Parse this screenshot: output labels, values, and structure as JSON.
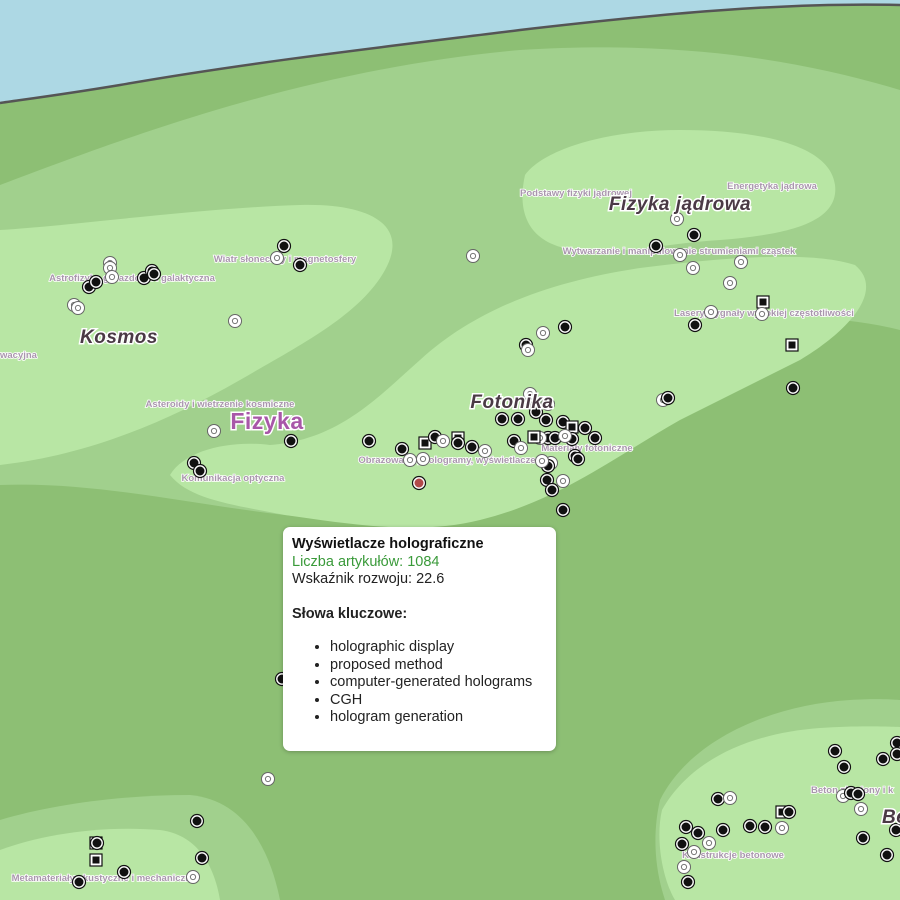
{
  "colors": {
    "sea": "#add8e4",
    "coast": "#555555",
    "land_base": "#8dbf74",
    "land_mid": "#a1d08d",
    "land_light": "#b8e6a4",
    "point_fill": "#111111",
    "point_ring": "#ffffff",
    "highlight_point": "#b24a4a"
  },
  "map": {
    "field_label": "Fizyka",
    "regions": [
      {
        "id": "kosmos",
        "label": "Kosmos"
      },
      {
        "id": "fotonika",
        "label": "Fotonika"
      },
      {
        "id": "fizyka-jadrowa",
        "label": "Fizyka jądrowa"
      },
      {
        "id": "be",
        "label": "Be"
      }
    ],
    "sublabels": [
      "Podstawy fizyki jądrowej",
      "Energetyka jądrowa",
      "Wytwarzanie i manipulowanie strumieniami cząstek",
      "Lasery, sygnały wysokiej częstotliwości",
      "Wiatr słoneczny i magnetosfery",
      "Astrofizyka gwiazdowa i galaktyczna",
      "wacyjna",
      "Asteroidy i wietrzenie kosmiczne",
      "Komunikacja optyczna",
      "Obrazowanie, hologramy, wyświetlacze",
      "Materiały fotoniczne",
      "Metamateriały akustyczne i mechaniczne",
      "Konstrukcje betonowe",
      "Beton zbrojony i k"
    ]
  },
  "tooltip": {
    "title": "Wyświetlacze holograficzne",
    "count_line": "Liczba artykułów: 1084",
    "growth_line": "Wskaźnik rozwoju: 22.6",
    "keywords_heading": "Słowa kluczowe:",
    "keywords": [
      "holographic display",
      "proposed method",
      "computer-generated holograms",
      "CGH",
      "hologram generation"
    ]
  }
}
